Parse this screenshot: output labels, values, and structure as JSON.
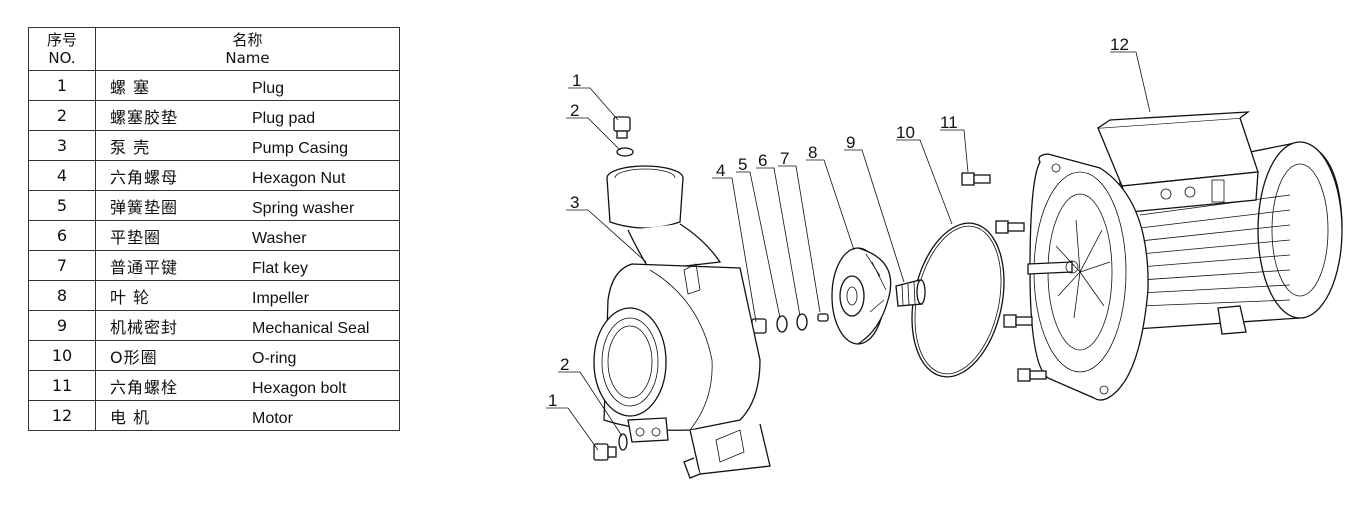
{
  "table": {
    "header": {
      "no_cn": "序号",
      "no_en": "NO.",
      "name_cn": "名称",
      "name_en": "Name"
    },
    "rows": [
      {
        "no": "1",
        "cn": "螺 塞",
        "en": "Plug"
      },
      {
        "no": "2",
        "cn": "螺塞胶垫",
        "en": "Plug pad"
      },
      {
        "no": "3",
        "cn": "泵 壳",
        "en": "Pump Casing"
      },
      {
        "no": "4",
        "cn": "六角螺母",
        "en": "Hexagon Nut"
      },
      {
        "no": "5",
        "cn": "弹簧垫圈",
        "en": "Spring washer"
      },
      {
        "no": "6",
        "cn": "平垫圈",
        "en": "Washer"
      },
      {
        "no": "7",
        "cn": "普通平键",
        "en": "Flat key"
      },
      {
        "no": "8",
        "cn": "叶 轮",
        "en": "Impeller"
      },
      {
        "no": "9",
        "cn": "机械密封",
        "en": "Mechanical Seal"
      },
      {
        "no": "10",
        "cn": "O形圈",
        "en": "O-ring"
      },
      {
        "no": "11",
        "cn": "六角螺栓",
        "en": "Hexagon bolt"
      },
      {
        "no": "12",
        "cn": "电 机",
        "en": "Motor"
      }
    ]
  },
  "callouts": {
    "plug_top": "1",
    "pad_top": "2",
    "casing": "3",
    "nut": "4",
    "spring_washer": "5",
    "washer": "6",
    "flat_key": "7",
    "impeller": "8",
    "seal": "9",
    "oring": "10",
    "bolt": "11",
    "motor": "12",
    "pad_bottom": "2",
    "plug_bottom": "1"
  }
}
